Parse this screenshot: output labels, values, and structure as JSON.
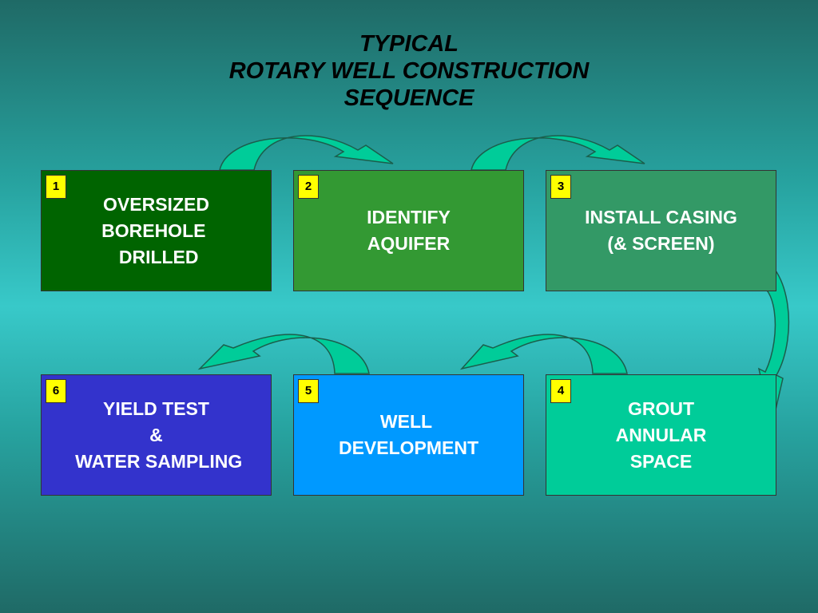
{
  "title": {
    "line1": "TYPICAL",
    "line2": "ROTARY WELL CONSTRUCTION",
    "line3": "SEQUENCE"
  },
  "steps": [
    {
      "num": "1",
      "lines": [
        "OVERSIZED",
        "BOREHOLE ",
        " DRILLED"
      ],
      "color": "#006400"
    },
    {
      "num": "2",
      "lines": [
        "IDENTIFY",
        "AQUIFER"
      ],
      "color": "#339933"
    },
    {
      "num": "3",
      "lines": [
        "INSTALL CASING",
        "(& SCREEN)"
      ],
      "color": "#339966"
    },
    {
      "num": "4",
      "lines": [
        "GROUT",
        "ANNULAR",
        "SPACE"
      ],
      "color": "#00cc99"
    },
    {
      "num": "5",
      "lines": [
        "WELL ",
        "DEVELOPMENT"
      ],
      "color": "#0099ff"
    },
    {
      "num": "6",
      "lines": [
        "YIELD TEST",
        "&",
        " WATER SAMPLING"
      ],
      "color": "#3333cc"
    }
  ],
  "arrow_color": "#00cc99"
}
